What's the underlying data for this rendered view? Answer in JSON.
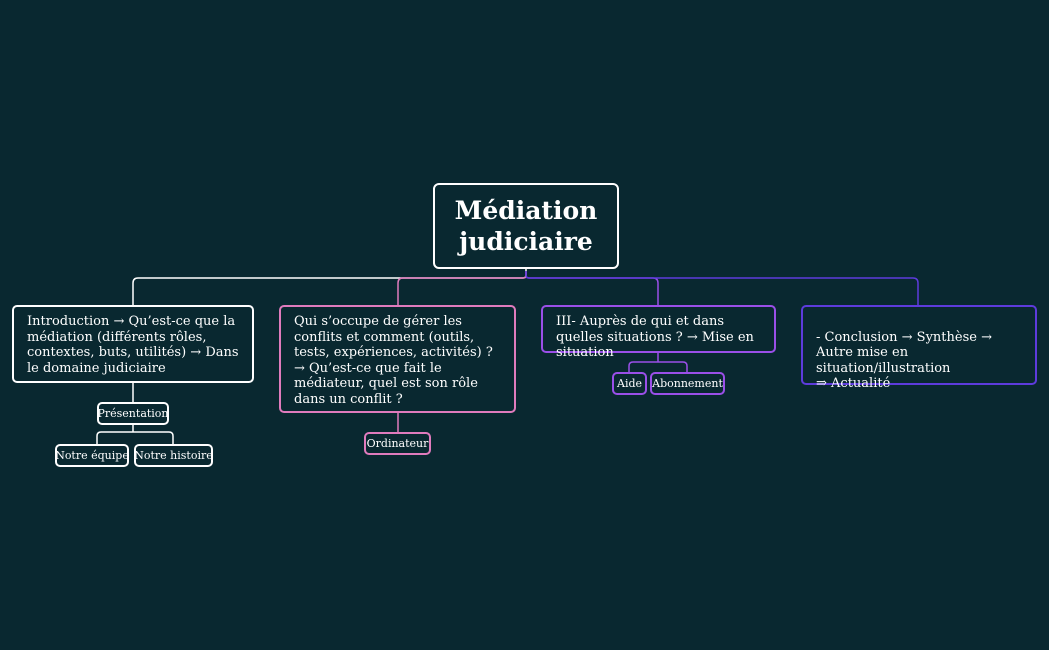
{
  "root": {
    "title": "Médiation judiciaire"
  },
  "branches": [
    {
      "label": "Introduction → Qu’est-ce que la médiation (différents rôles, contextes, buts, utilités) → Dans le domaine judiciaire",
      "color": "#ffffff",
      "children": [
        "Présentation"
      ],
      "grandchildren": [
        "Notre équipe",
        "Notre histoire"
      ]
    },
    {
      "label": "Qui s’occupe de gérer les conflits et comment (outils, tests, expériences, activités) ? → Qu’est-ce que fait le médiateur, quel est son rôle dans un conflit ?",
      "color": "#e07bbd",
      "children": [
        "Ordinateur"
      ]
    },
    {
      "label": "III- Auprès de qui et dans quelles situations ? → Mise en situation",
      "color": "#9a4fe8",
      "children": [
        "Aide",
        "Abonnement"
      ]
    },
    {
      "label": "- Conclusion → Synthèse → Autre mise en situation/illustration\n ⇒ Actualité",
      "color": "#5d3bdc"
    }
  ]
}
